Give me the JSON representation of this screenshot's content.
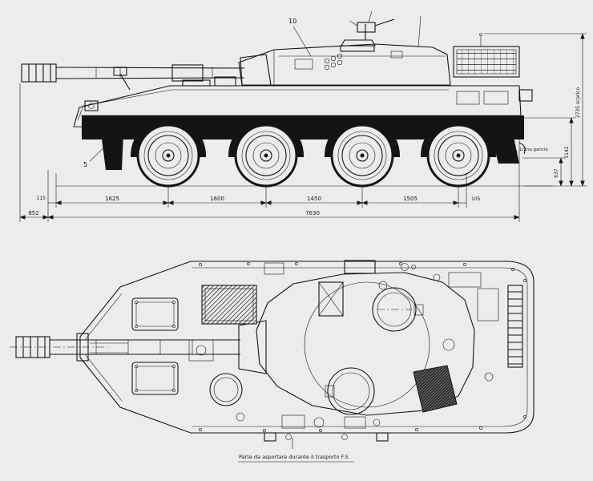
{
  "drawing": {
    "type": "technical-blueprint",
    "subject": "8-wheeled armoured vehicle, side elevation and plan view",
    "colors": {
      "paper": "#edecea",
      "ink": "#141414"
    },
    "callouts": {
      "turret": "10",
      "front": "5"
    },
    "dim_chain": [
      "115",
      "1625",
      "1600",
      "1450",
      "1505",
      "105"
    ],
    "dim_total": "7630",
    "dim_overhang": "852",
    "heights": {
      "exhaust": "2735 scarico",
      "mid": "1142",
      "hook": "637"
    },
    "hook_label": "1/2na gancio",
    "note": "Parte da asportare durante il trasporto F.S."
  }
}
